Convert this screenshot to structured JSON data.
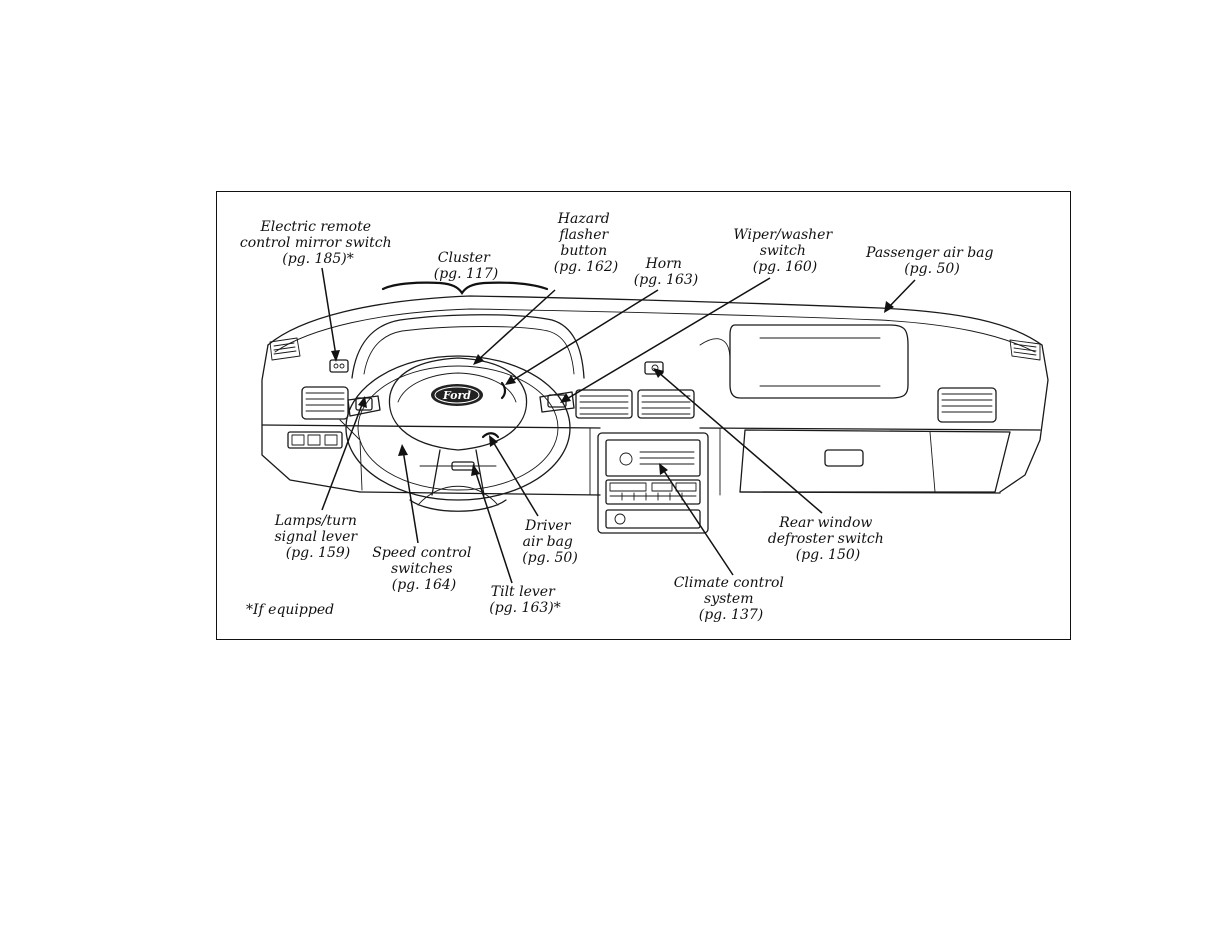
{
  "callouts": {
    "mirror_switch": [
      "Electric remote",
      "control mirror switch",
      "(pg. 185)*"
    ],
    "cluster": [
      "Cluster",
      "(pg. 117)"
    ],
    "hazard": [
      "Hazard",
      "flasher",
      "button",
      "(pg. 162)"
    ],
    "horn": [
      "Horn",
      "(pg. 163)"
    ],
    "wiper": [
      "Wiper/washer",
      "switch",
      "(pg. 160)"
    ],
    "passenger_airbag": [
      "Passenger air bag",
      "(pg. 50)"
    ],
    "lamps": [
      "Lamps/turn",
      "signal lever",
      "(pg. 159)"
    ],
    "speed_control": [
      "Speed control",
      "switches",
      "(pg. 164)"
    ],
    "driver_airbag": [
      "Driver",
      "air bag",
      "(pg. 50)"
    ],
    "tilt_lever": [
      "Tilt lever",
      "(pg. 163)*"
    ],
    "climate": [
      "Climate control",
      "system",
      "(pg. 137)"
    ],
    "defroster": [
      "Rear window",
      "defroster switch",
      "(pg. 150)"
    ]
  },
  "footnote": "*If equipped",
  "logo_text": "Ford"
}
